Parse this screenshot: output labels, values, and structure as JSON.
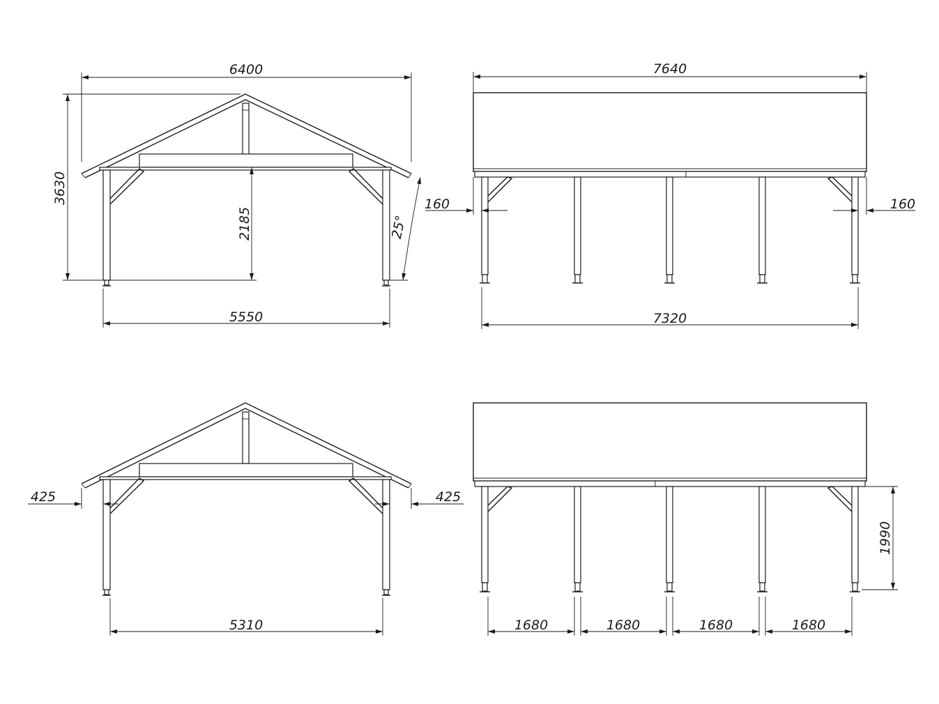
{
  "front_elevation_top": {
    "overall_width": "6400",
    "overall_height": "3630",
    "clear_height": "2185",
    "roof_pitch": "25°",
    "post_span": "5550"
  },
  "side_elevation_top": {
    "overall_length": "7640",
    "post_span": "7320",
    "overhang_left": "160",
    "overhang_right": "160"
  },
  "front_elevation_bottom": {
    "eave_offset_left": "425",
    "eave_offset_right": "425",
    "post_span": "5310"
  },
  "side_elevation_bottom": {
    "post_height": "1990",
    "bays": [
      "1680",
      "1680",
      "1680",
      "1680"
    ]
  }
}
